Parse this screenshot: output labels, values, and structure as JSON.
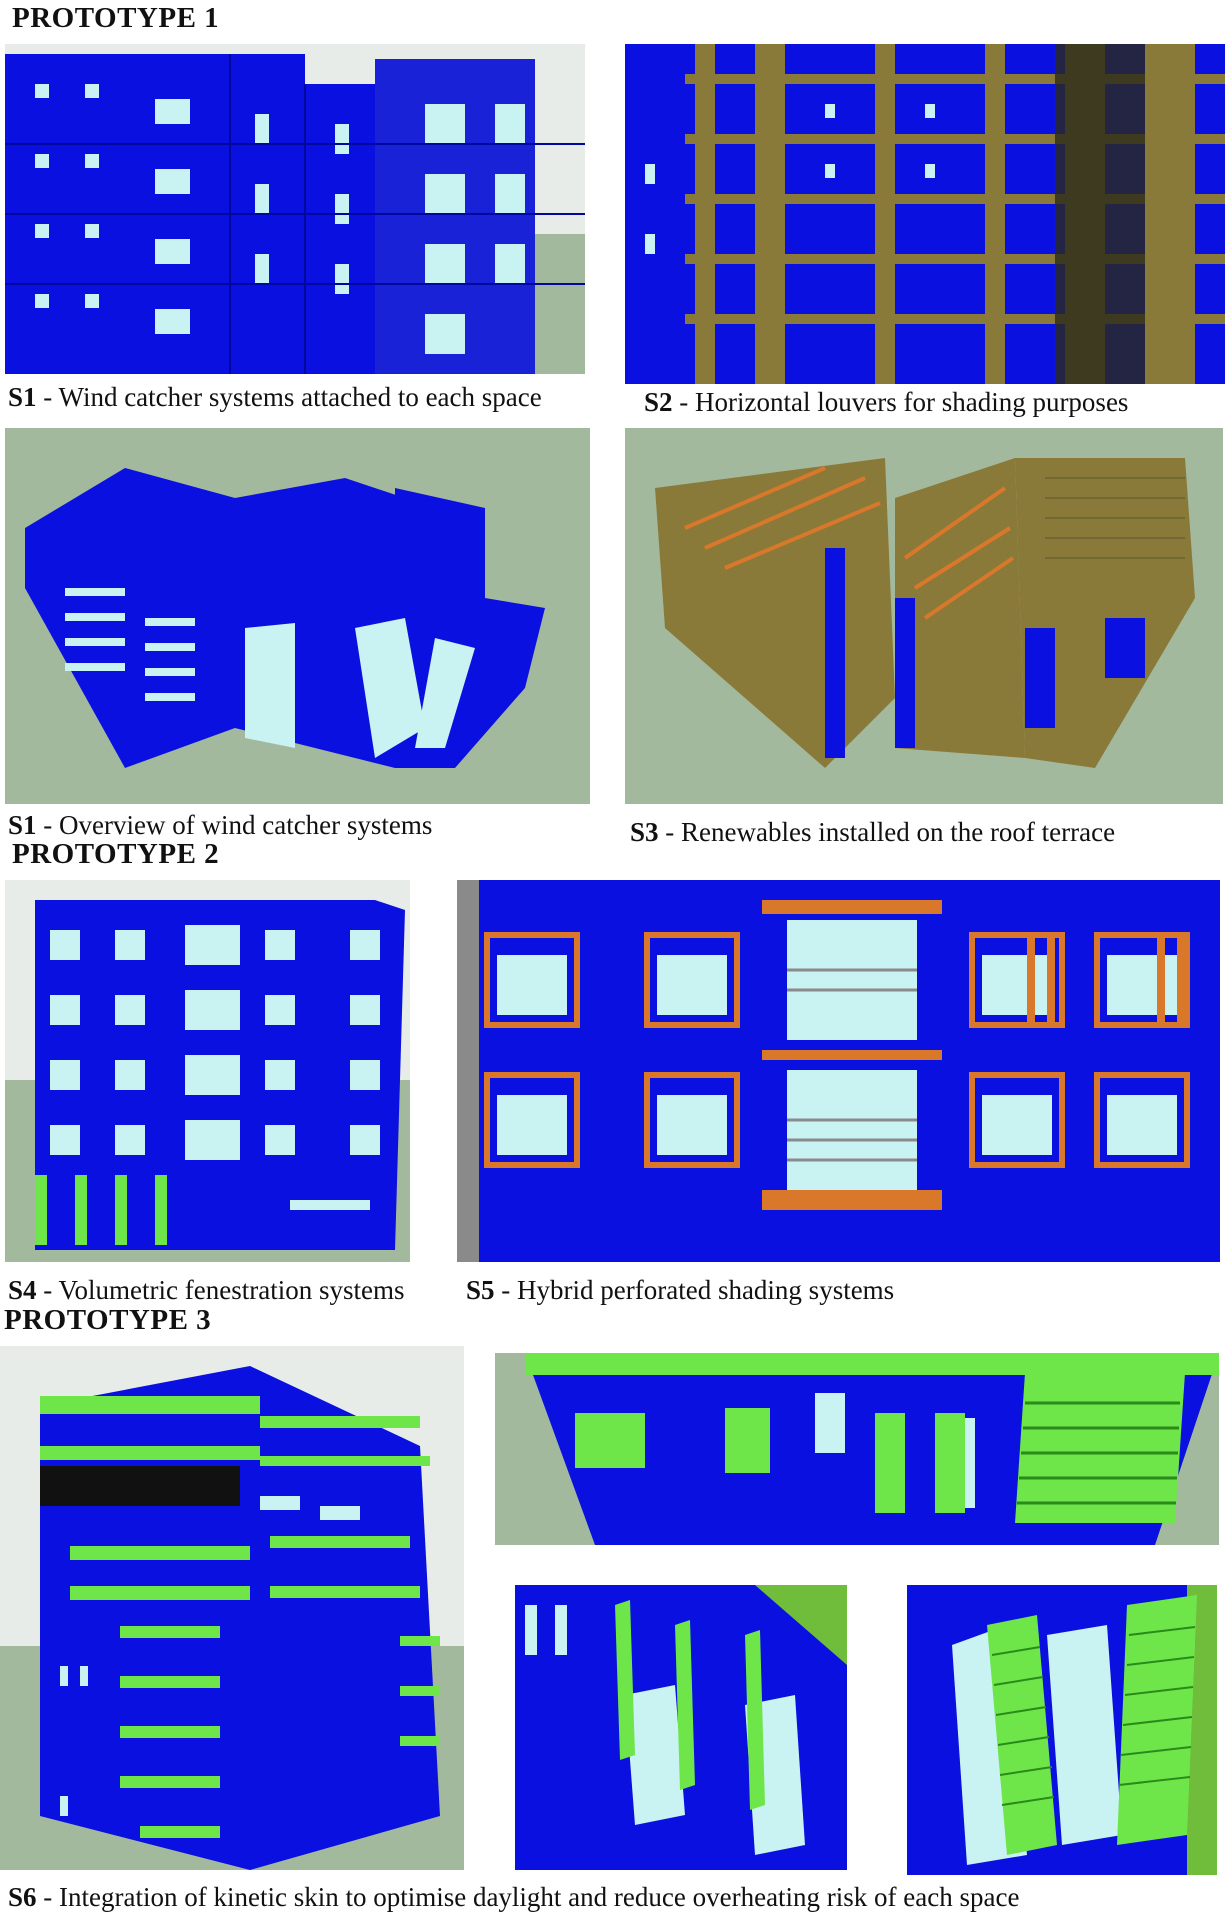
{
  "prototypes": {
    "p1": "PROTOTYPE 1",
    "p2": "PROTOTYPE 2",
    "p3": "PROTOTYPE 3"
  },
  "captions": {
    "s1a": {
      "code": "S1",
      "text": " - Wind catcher systems attached to each space"
    },
    "s2": {
      "code": "S2",
      "text": " - Horizontal louvers for shading purposes"
    },
    "s1b": {
      "code": "S1",
      "text": " - Overview of wind catcher systems"
    },
    "s3": {
      "code": "S3",
      "text": " - Renewables installed on the roof terrace"
    },
    "s4": {
      "code": "S4",
      "text": " - Volumetric fenestration systems"
    },
    "s5": {
      "code": "S5",
      "text": " - Hybrid perforated shading systems"
    },
    "s6": {
      "code": "S6",
      "text": " - Integration of kinetic skin to optimise daylight and reduce overheating risk of each space"
    }
  },
  "colors": {
    "facade_blue": "#0a10e0",
    "ground_green": "#a3b99d",
    "glass_cyan": "#c9f2f2",
    "louver_olive": "#8a7a3a",
    "frame_orange": "#d9782a",
    "kinetic_green": "#6ee64a"
  }
}
